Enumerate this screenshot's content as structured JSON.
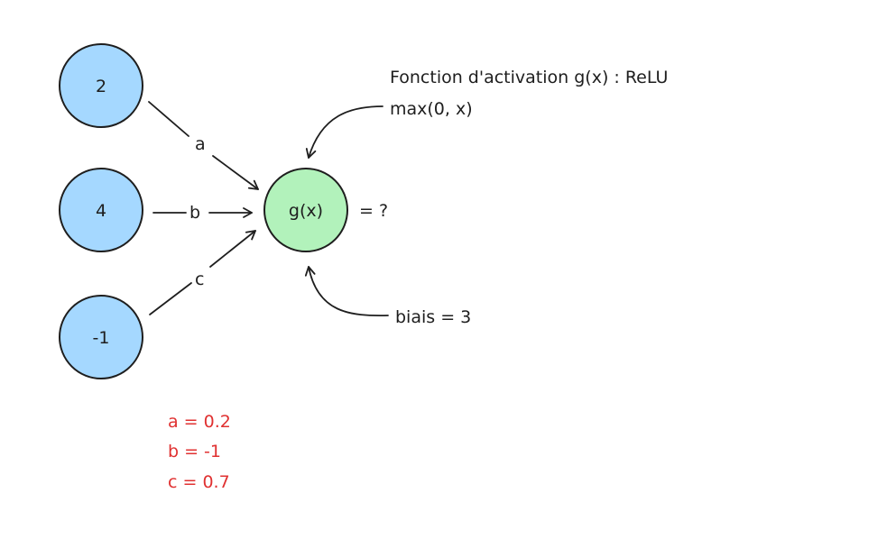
{
  "colors": {
    "input_fill": "#a5d8ff",
    "output_fill": "#b2f2bb",
    "stroke": "#1e1e1e",
    "weights_text": "#e03131"
  },
  "nodes": {
    "input_1": "2",
    "input_2": "4",
    "input_3": "-1",
    "output": "g(x)"
  },
  "edges": {
    "edge_a": "a",
    "edge_b": "b",
    "edge_c": "c"
  },
  "output_result": "= ?",
  "activation_note": {
    "line1": "Fonction d'activation g(x) : ReLU",
    "line2": "max(0, x)"
  },
  "bias_note": "biais = 3",
  "weights": {
    "a": "a = 0.2",
    "b": "b = -1",
    "c": "c = 0.7"
  }
}
